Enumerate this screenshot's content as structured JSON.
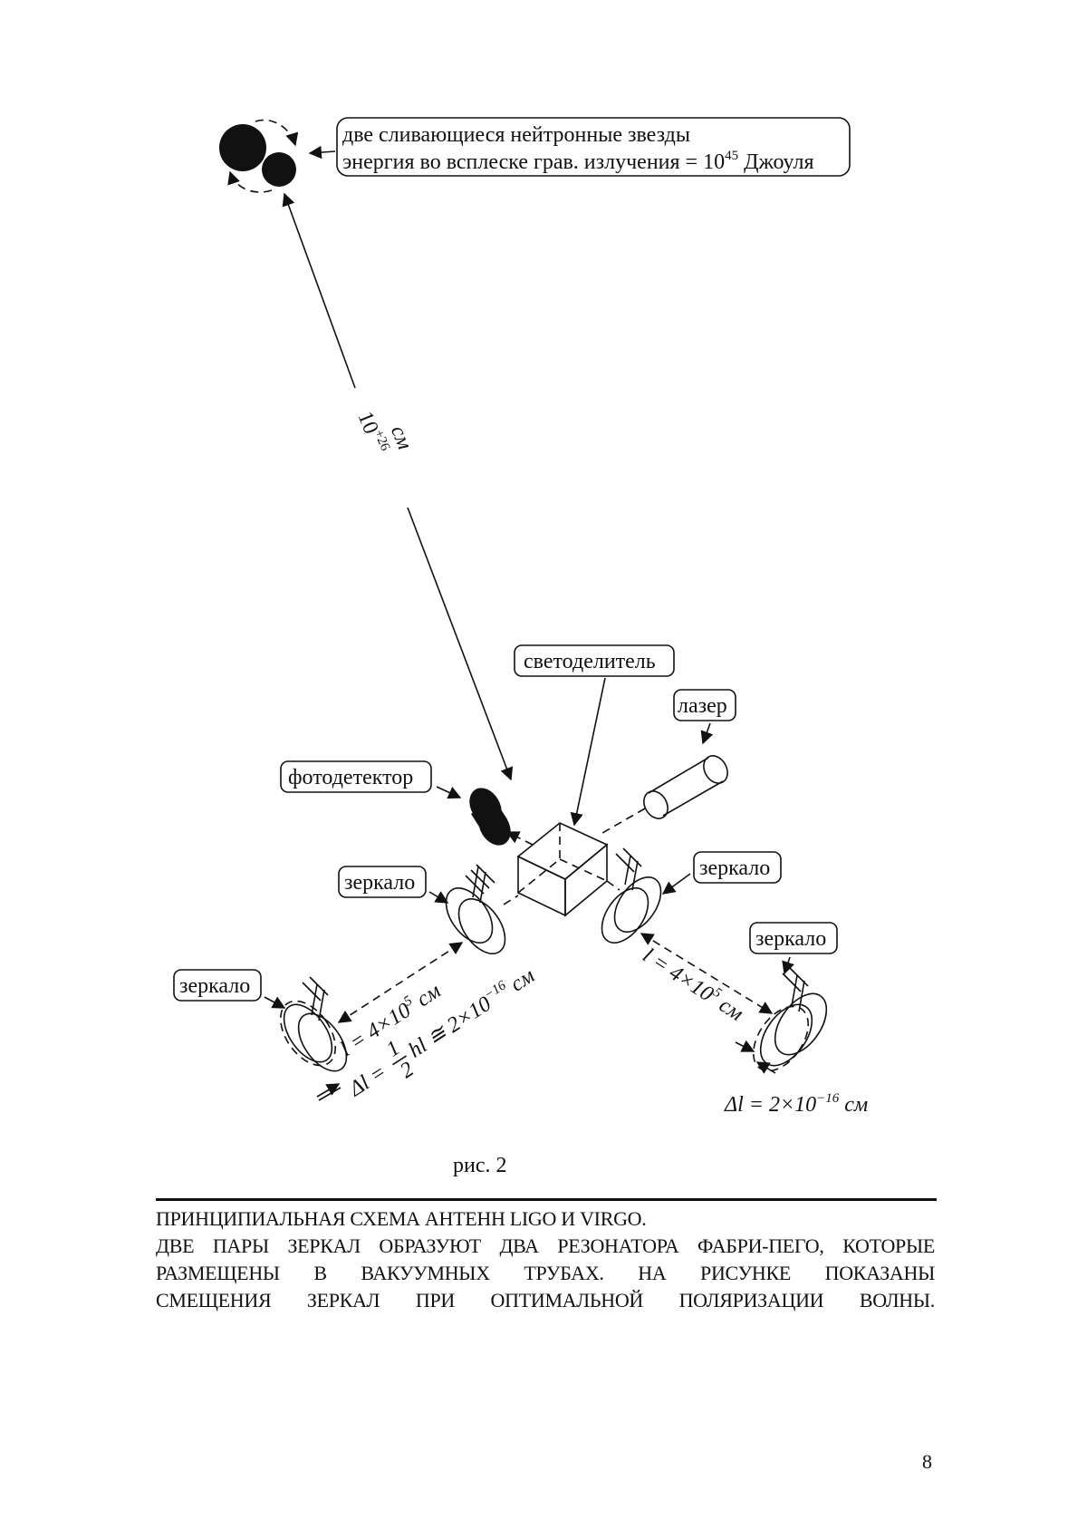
{
  "diagram": {
    "stars_label_line1": "две сливающиеся нейтронные звезды",
    "stars_label_line2_prefix": "энергия во всплеске грав. излучения = 10",
    "stars_label_line2_exp": "45",
    "stars_label_line2_suffix": " Джоуля",
    "distance_base": "10",
    "distance_exp": "+26",
    "distance_unit": "см",
    "beamsplitter_label": "светоделитель",
    "laser_label": "лазер",
    "photodetector_label": "фотодетектор",
    "mirror_label": "зеркало",
    "left_arm_length": "l = 4×10",
    "left_arm_length_exp": "5",
    "left_arm_length_unit": " см",
    "left_delta_prefix": "Δl = ",
    "left_delta_frac_num": "1",
    "left_delta_frac_den": "2",
    "left_delta_mid": "hl ≅ 2×10",
    "left_delta_exp": "−16",
    "left_delta_unit": " см",
    "right_arm_length": "l = 4×10",
    "right_arm_length_exp": "5",
    "right_arm_length_unit": " см",
    "right_delta": "Δl = 2×10",
    "right_delta_exp": "−16",
    "right_delta_unit": " см"
  },
  "figure_label": "рис. 2",
  "caption": {
    "title": "ПРИНЦИПИАЛЬНАЯ СХЕМА АНТЕНН LIGO И VIRGO.",
    "line1": "ДВЕ ПАРЫ ЗЕРКАЛ ОБРАЗУЮТ ДВА РЕЗОНАТОРА ФАБРИ-ПЕГО, КОТОРЫЕ",
    "line2": "РАЗМЕЩЕНЫ В ВАКУУМНЫХ ТРУБАХ. НА РИСУНКЕ ПОКАЗАНЫ",
    "line3": "СМЕЩЕНИЯ ЗЕРКАЛ ПРИ ОПТИМАЛЬНОЙ ПОЛЯРИЗАЦИИ ВОЛНЫ."
  },
  "page_number": "8"
}
